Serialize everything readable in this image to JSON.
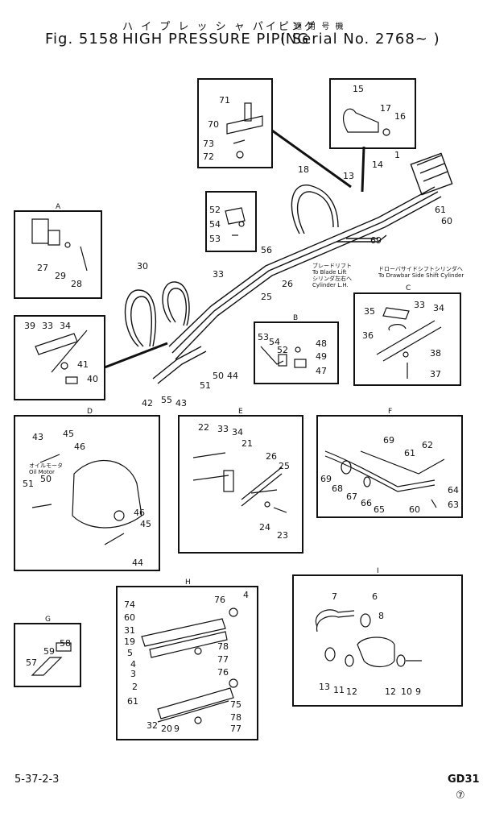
{
  "header": {
    "japanese_title": "ハ イ  プ レ ッ シ ャ  パイピング",
    "applicable_label": "適 用 号 機",
    "figure_label": "Fig. 5158",
    "title": "HIGH PRESSURE PIPING",
    "serial": "( Serial No. 2768~ )"
  },
  "sections": {
    "A": "A",
    "B": "B",
    "C": "C",
    "D": "D",
    "E": "E",
    "F": "F",
    "G": "G",
    "H": "H",
    "I": "I"
  },
  "callouts": {
    "main": [
      "1",
      "13",
      "14",
      "18",
      "33",
      "30",
      "25",
      "26",
      "56",
      "55",
      "43",
      "42",
      "51",
      "50",
      "44",
      "69",
      "60",
      "61"
    ],
    "top_box": [
      "71",
      "70",
      "73",
      "72"
    ],
    "right_box": [
      "15",
      "17",
      "16"
    ],
    "small_box": [
      "52",
      "54",
      "53"
    ],
    "A": [
      "27",
      "29",
      "28"
    ],
    "left_box": [
      "39",
      "33",
      "34",
      "41",
      "40"
    ],
    "B": [
      "53",
      "54",
      "52",
      "48",
      "49",
      "47"
    ],
    "C": [
      "35",
      "33",
      "34",
      "36",
      "38",
      "37"
    ],
    "D": [
      "43",
      "45",
      "46",
      "51",
      "50",
      "46",
      "45",
      "44"
    ],
    "E": [
      "22",
      "33",
      "34",
      "21",
      "26",
      "25",
      "24",
      "23"
    ],
    "F": [
      "69",
      "61",
      "62",
      "69",
      "68",
      "67",
      "66",
      "65",
      "60",
      "64",
      "63"
    ],
    "G": [
      "58",
      "59",
      "57"
    ],
    "H": [
      "74",
      "76",
      "4",
      "60",
      "31",
      "19",
      "5",
      "78",
      "4",
      "77",
      "3",
      "76",
      "2",
      "61",
      "75",
      "78",
      "32",
      "20",
      "9",
      "77"
    ],
    "I": [
      "7",
      "6",
      "8",
      "13",
      "11",
      "12",
      "12",
      "10",
      "9"
    ]
  },
  "notes": {
    "blade_lift": "ブレードリフト\nTo Blade Lift\nシリンダ左右へ\nCylinder L.H.",
    "drawbar": "ドローバサイドシフトシリンダへ\nTo Drawbar Side Shift Cylinder",
    "oil_motor": "オイルモータ\nOil Motor"
  },
  "footer": {
    "page_code": "5-37-2-3",
    "model": "GD31",
    "sheet": "⑦"
  }
}
